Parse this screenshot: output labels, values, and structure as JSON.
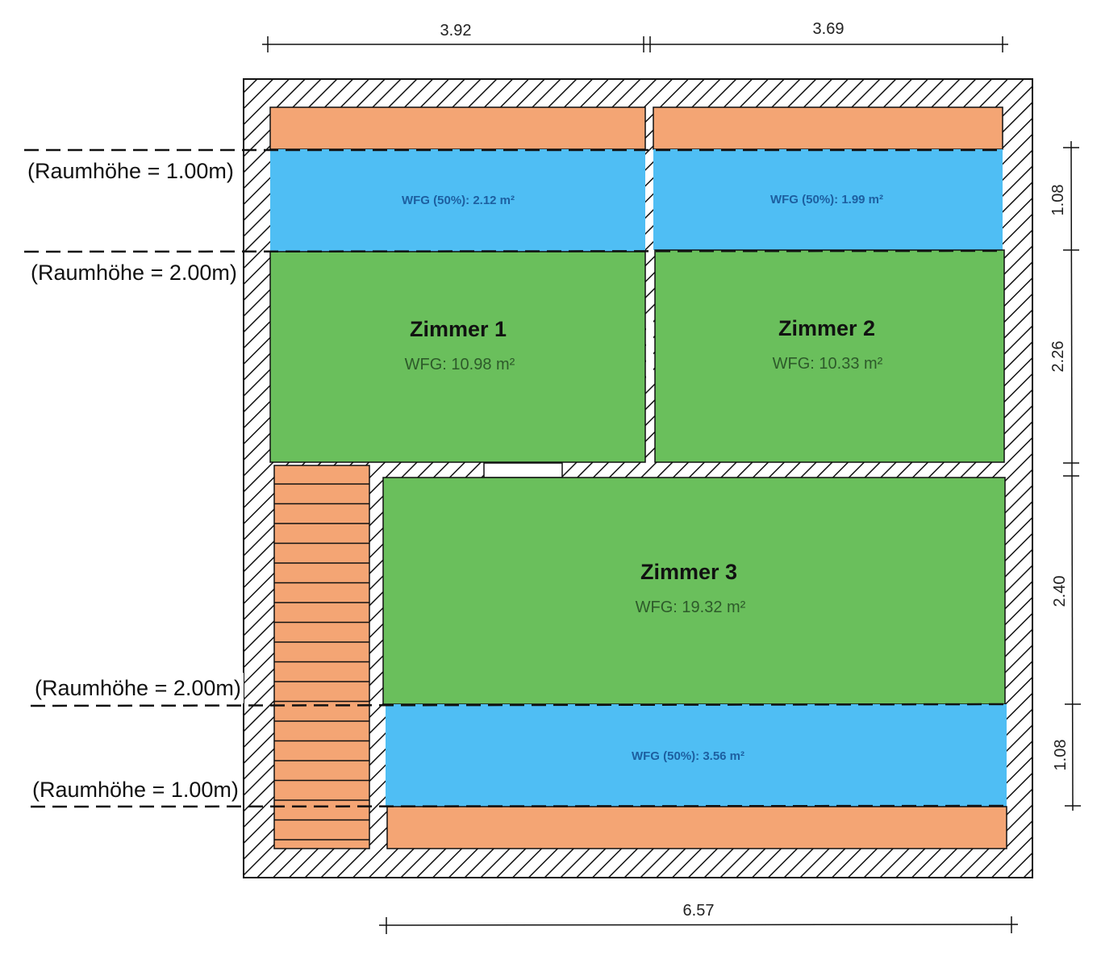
{
  "colors": {
    "slope_low": "#f4a574",
    "slope_half": "#4fbef4",
    "full_height": "#6abf5c",
    "wall_hatch": "#111111"
  },
  "height_labels": [
    "(Raumhöhe = 1.00m)",
    "(Raumhöhe = 2.00m)",
    "(Raumhöhe = 2.00m)",
    "(Raumhöhe = 1.00m)"
  ],
  "dimensions": {
    "top": [
      "3.92",
      "3.69"
    ],
    "right": [
      "1.08",
      "2.26",
      "2.40",
      "1.08"
    ],
    "bottom": "6.57"
  },
  "rooms": [
    {
      "name": "Zimmer 1",
      "area": "WFG: 10.98 m²",
      "half_area": "WFG (50%): 2.12 m²"
    },
    {
      "name": "Zimmer 2",
      "area": "WFG: 10.33 m²",
      "half_area": "WFG (50%): 1.99 m²"
    },
    {
      "name": "Zimmer 3",
      "area": "WFG: 19.32 m²",
      "half_area": "WFG (50%): 3.56 m²"
    }
  ]
}
